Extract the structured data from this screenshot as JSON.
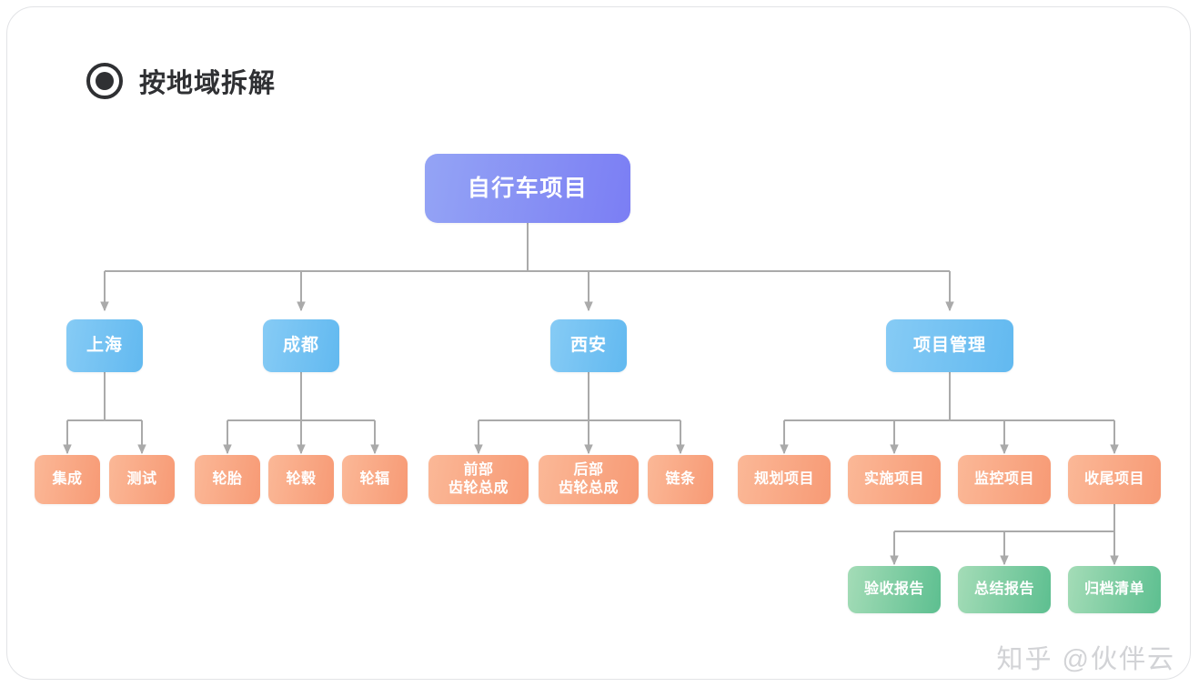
{
  "page": {
    "watermark": "知乎 @伙伴云"
  },
  "header": {
    "icon": "radio-selected-icon",
    "title": "按地域拆解"
  },
  "colors": {
    "root_from": "#94a4f5",
    "root_to": "#7b7ef4",
    "blue_from": "#86cbf5",
    "blue_to": "#62b9f0",
    "orange_from": "#fbb897",
    "orange_to": "#f79a75",
    "green_from": "#a4dcb7",
    "green_to": "#5dbf90",
    "connector": "#aaaaaa",
    "card_border": "#e2e3e6",
    "title_text": "#2f3033",
    "watermark_text": "#d2d3d6"
  },
  "chart_data": {
    "type": "diagram",
    "subtype": "org-tree",
    "title": "按地域拆解",
    "orientation": "top-down",
    "levels": 4,
    "nodes": [
      {
        "id": "root",
        "label": "自行车项目",
        "level": 0,
        "color": "root",
        "parent": null
      },
      {
        "id": "sh",
        "label": "上海",
        "level": 1,
        "color": "blue",
        "parent": "root"
      },
      {
        "id": "cd",
        "label": "成都",
        "level": 1,
        "color": "blue",
        "parent": "root"
      },
      {
        "id": "xa",
        "label": "西安",
        "level": 1,
        "color": "blue",
        "parent": "root"
      },
      {
        "id": "pm",
        "label": "项目管理",
        "level": 1,
        "color": "blue",
        "parent": "root"
      },
      {
        "id": "jc",
        "label": "集成",
        "level": 2,
        "color": "orange",
        "parent": "sh"
      },
      {
        "id": "cs",
        "label": "测试",
        "level": 2,
        "color": "orange",
        "parent": "sh"
      },
      {
        "id": "lt",
        "label": "轮胎",
        "level": 2,
        "color": "orange",
        "parent": "cd"
      },
      {
        "id": "lg",
        "label": "轮毂",
        "level": 2,
        "color": "orange",
        "parent": "cd"
      },
      {
        "id": "lf",
        "label": "轮辐",
        "level": 2,
        "color": "orange",
        "parent": "cd"
      },
      {
        "id": "qb",
        "label": "前部\n齿轮总成",
        "level": 2,
        "color": "orange",
        "parent": "xa"
      },
      {
        "id": "hb",
        "label": "后部\n齿轮总成",
        "level": 2,
        "color": "orange",
        "parent": "xa"
      },
      {
        "id": "lianti",
        "label": "链条",
        "level": 2,
        "color": "orange",
        "parent": "xa"
      },
      {
        "id": "ghxm",
        "label": "规划项目",
        "level": 2,
        "color": "orange",
        "parent": "pm"
      },
      {
        "id": "ssxm",
        "label": "实施项目",
        "level": 2,
        "color": "orange",
        "parent": "pm"
      },
      {
        "id": "jkxm",
        "label": "监控项目",
        "level": 2,
        "color": "orange",
        "parent": "pm"
      },
      {
        "id": "swxm",
        "label": "收尾项目",
        "level": 2,
        "color": "orange",
        "parent": "pm"
      },
      {
        "id": "ysbg",
        "label": "验收报告",
        "level": 3,
        "color": "green",
        "parent": "swxm"
      },
      {
        "id": "zjbg",
        "label": "总结报告",
        "level": 3,
        "color": "green",
        "parent": "swxm"
      },
      {
        "id": "gdqd",
        "label": "归档清单",
        "level": 3,
        "color": "green",
        "parent": "swxm"
      }
    ]
  }
}
